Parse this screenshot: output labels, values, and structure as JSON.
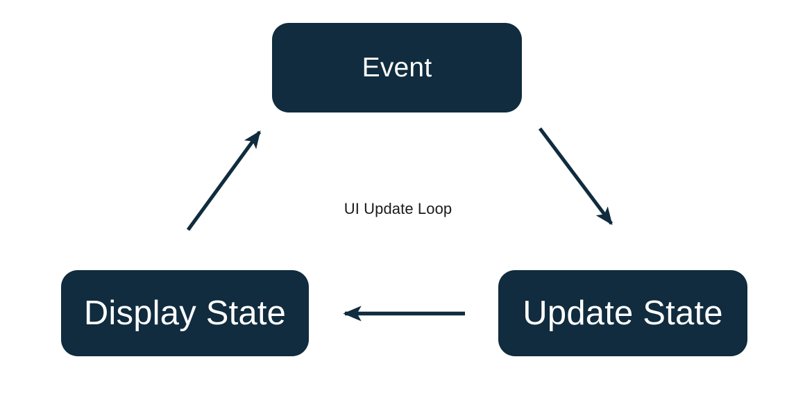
{
  "diagram": {
    "title": "UI Update Loop",
    "type": "cycle-flow-diagram",
    "background_color": "#ffffff",
    "node_fill_color": "#102c3e",
    "node_text_color": "#ffffff",
    "arrow_color": "#102c3e",
    "caption_text_color": "#1a1a1a",
    "caption": "UI Update Loop",
    "nodes": [
      {
        "id": "event",
        "label": "Event"
      },
      {
        "id": "update-state",
        "label": "Update State"
      },
      {
        "id": "display-state",
        "label": "Display State"
      }
    ],
    "edges": [
      {
        "id": "event-to-update-state",
        "from": "Event",
        "to": "Update State",
        "direction": "down-right"
      },
      {
        "id": "update-state-to-display-state",
        "from": "Update State",
        "to": "Display State",
        "direction": "left"
      },
      {
        "id": "display-state-to-event",
        "from": "Display State",
        "to": "Event",
        "direction": "up-right"
      }
    ]
  }
}
